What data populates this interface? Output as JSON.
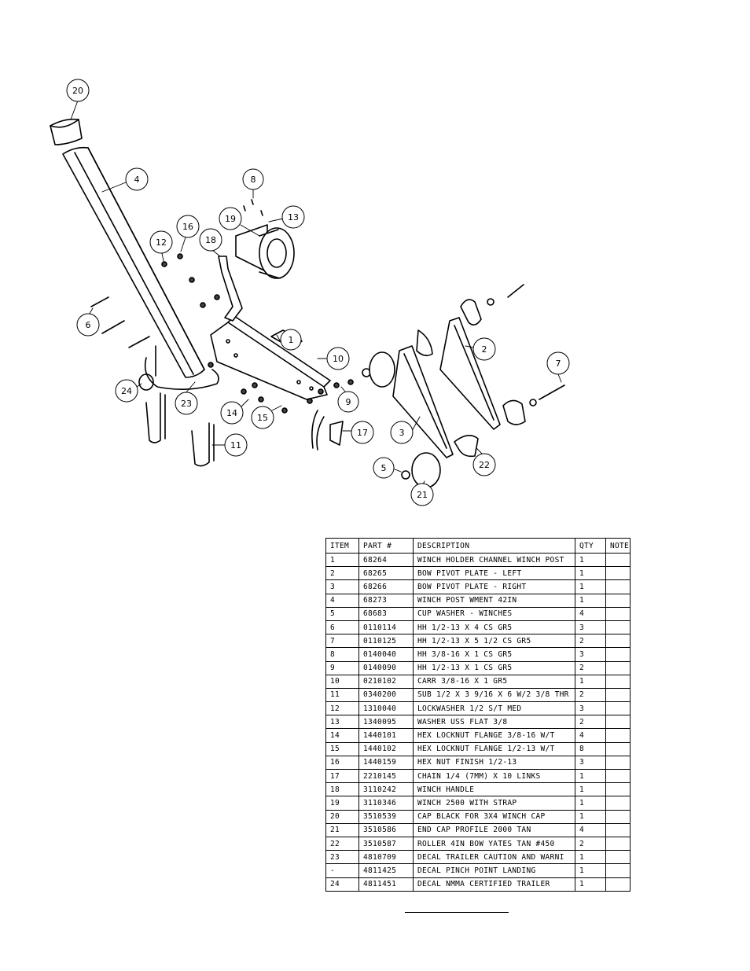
{
  "callouts": [
    "20",
    "4",
    "8",
    "19",
    "13",
    "16",
    "12",
    "18",
    "6",
    "1",
    "10",
    "24",
    "23",
    "14",
    "15",
    "9",
    "17",
    "2",
    "3",
    "7",
    "22",
    "5",
    "21",
    "11"
  ],
  "table": {
    "headers": [
      "ITEM",
      "PART #",
      "DESCRIPTION",
      "QTY",
      "NOTE"
    ],
    "rows": [
      [
        "1",
        "68264",
        "WINCH HOLDER CHANNEL WINCH POST",
        "1",
        ""
      ],
      [
        "2",
        "68265",
        "BOW PIVOT PLATE - LEFT",
        "1",
        ""
      ],
      [
        "3",
        "68266",
        "BOW PIVOT PLATE - RIGHT",
        "1",
        ""
      ],
      [
        "4",
        "68273",
        "WINCH POST WMENT 42IN",
        "1",
        ""
      ],
      [
        "5",
        "68683",
        "CUP WASHER - WINCHES",
        "4",
        ""
      ],
      [
        "6",
        "0110114",
        "HH 1/2-13 X 4 CS GR5",
        "3",
        ""
      ],
      [
        "7",
        "0110125",
        "HH 1/2-13 X 5 1/2 CS GR5",
        "2",
        ""
      ],
      [
        "8",
        "0140040",
        "HH 3/8-16 X 1 CS GR5",
        "3",
        ""
      ],
      [
        "9",
        "0140090",
        "HH 1/2-13 X 1 CS GR5",
        "2",
        ""
      ],
      [
        "10",
        "0210102",
        "CARR 3/8-16 X 1 GR5",
        "1",
        ""
      ],
      [
        "11",
        "0340200",
        "SUB 1/2 X 3 9/16 X 6 W/2 3/8 THR",
        "2",
        ""
      ],
      [
        "12",
        "1310040",
        "LOCKWASHER 1/2 S/T MED",
        "3",
        ""
      ],
      [
        "13",
        "1340095",
        "WASHER USS FLAT 3/8",
        "2",
        ""
      ],
      [
        "14",
        "1440101",
        "HEX LOCKNUT FLANGE 3/8-16 W/T",
        "4",
        ""
      ],
      [
        "15",
        "1440102",
        "HEX LOCKNUT FLANGE 1/2-13 W/T",
        "8",
        ""
      ],
      [
        "16",
        "1440159",
        "HEX NUT FINISH 1/2-13",
        "3",
        ""
      ],
      [
        "17",
        "2210145",
        "CHAIN 1/4 (7MM) X 10 LINKS",
        "1",
        ""
      ],
      [
        "18",
        "3110242",
        "WINCH HANDLE",
        "1",
        ""
      ],
      [
        "19",
        "3110346",
        "WINCH 2500 WITH STRAP",
        "1",
        ""
      ],
      [
        "20",
        "3510539",
        "CAP BLACK FOR 3X4 WINCH CAP",
        "1",
        ""
      ],
      [
        "21",
        "3510586",
        "END CAP PROFILE 2000 TAN",
        "4",
        ""
      ],
      [
        "22",
        "3510587",
        "ROLLER 4IN BOW YATES TAN #450",
        "2",
        ""
      ],
      [
        "23",
        "4810709",
        "DECAL TRAILER CAUTION AND WARNI",
        "1",
        ""
      ],
      [
        "-",
        "4811425",
        "DECAL PINCH POINT LANDING",
        "1",
        ""
      ],
      [
        "24",
        "4811451",
        "DECAL NMMA CERTIFIED TRAILER",
        "1",
        ""
      ]
    ]
  }
}
